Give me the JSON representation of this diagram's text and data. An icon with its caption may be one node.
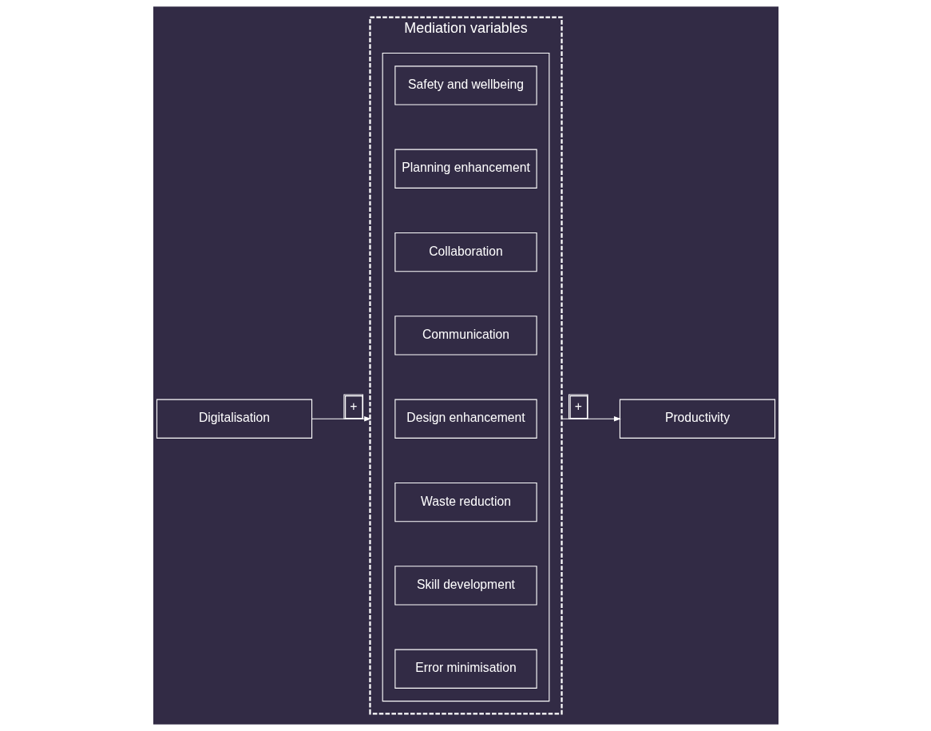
{
  "diagram": {
    "nodes": [
      {
        "text": [
          "Digitalisation"
        ]
      },
      {
        "text": [
          "Mediation variables"
        ]
      },
      {
        "text": [],
        "shape": "box",
        "in": 1
      },
      {
        "text": [
          "Safety and wellbeing"
        ],
        "in": 2
      },
      {
        "text": [
          "Planning enhancement"
        ],
        "in": 2
      },
      {
        "text": [
          "Collaboration"
        ],
        "in": 2
      },
      {
        "text": [
          "Communication"
        ],
        "in": 2
      },
      {
        "text": [
          "Design enhancement"
        ],
        "in": 2
      },
      {
        "text": [
          "Waste reduction"
        ],
        "in": 2
      },
      {
        "text": [
          "Skill development"
        ],
        "in": 2
      },
      {
        "text": [
          "Error minimisation"
        ],
        "in": 2
      },
      {
        "text": [
          "Productivity"
        ]
      }
    ],
    "edges": [
      {
        "from": 0,
        "to": 1,
        "arrow": "to",
        "label": "+"
      },
      {
        "from": 1,
        "to": 11,
        "arrow": "to",
        "label": "+"
      }
    ]
  }
}
